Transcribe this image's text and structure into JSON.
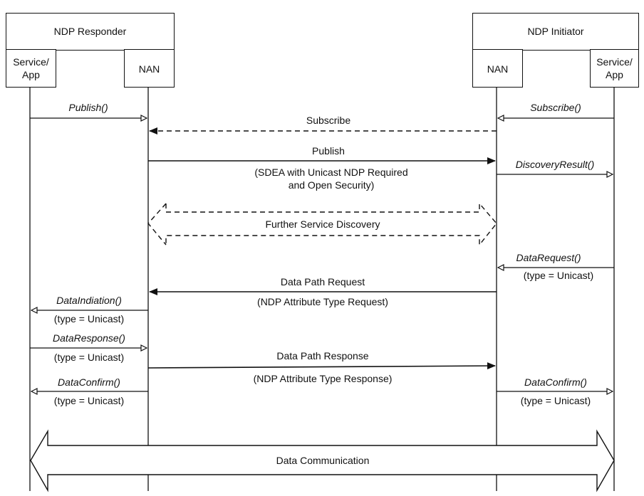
{
  "responder": {
    "title": "NDP Responder",
    "service_line1": "Service/",
    "service_line2": "App",
    "nan": "NAN"
  },
  "initiator": {
    "title": "NDP Initiator",
    "nan": "NAN",
    "service_line1": "Service/",
    "service_line2": "App"
  },
  "messages": {
    "publish_call": "Publish()",
    "subscribe_frame": "Subscribe",
    "subscribe_call": "Subscribe()",
    "publish_frame": "Publish",
    "publish_note1": "(SDEA with Unicast NDP Required",
    "publish_note2": "and Open Security)",
    "discovery_result": "DiscoveryResult()",
    "further_discovery": "Further Service Discovery",
    "data_request_call": "DataRequest()",
    "data_request_type": "(type = Unicast)",
    "data_path_request": "Data Path Request",
    "data_path_request_note": "(NDP Attribute Type Request)",
    "data_indication": "DataIndiation()",
    "data_indication_type": "(type = Unicast)",
    "data_response_call": "DataResponse()",
    "data_response_type": "(type = Unicast)",
    "data_path_response": "Data Path Response",
    "data_path_response_note": "(NDP Attribute Type Response)",
    "data_confirm_left": "DataConfirm()",
    "data_confirm_left_type": "(type = Unicast)",
    "data_confirm_right": "DataConfirm()",
    "data_confirm_right_type": "(type = Unicast)",
    "data_communication": "Data Communication"
  }
}
